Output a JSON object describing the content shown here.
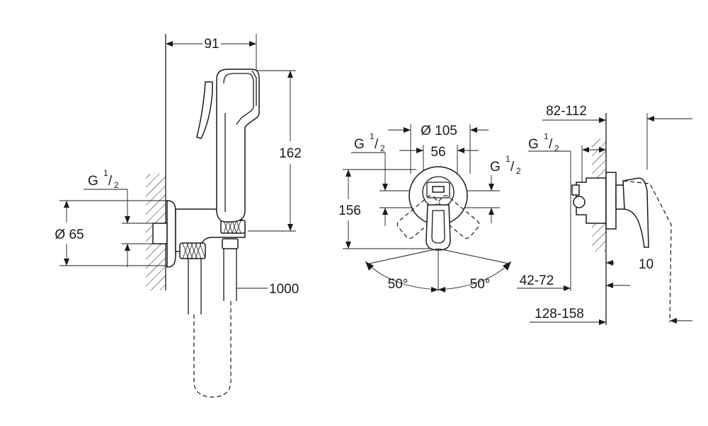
{
  "views": {
    "side": {
      "width_label": "91",
      "height_label": "162",
      "thread": {
        "main": "G",
        "sup": "1",
        "sub": "2"
      },
      "diameter_label": "Ø 65",
      "hose_label": "1000"
    },
    "front": {
      "diameter_label": "Ø 105",
      "inner_label": "56",
      "height_label": "156",
      "thread_left": {
        "main": "G",
        "sup": "1",
        "sub": "2"
      },
      "thread_right": {
        "main": "G",
        "sup": "1",
        "sub": "2"
      },
      "angle_left": "50°",
      "angle_right": "50°"
    },
    "profile": {
      "depth_range_label": "82-112",
      "thread": {
        "main": "G",
        "sup": "1",
        "sub": "2"
      },
      "projection_label": "10",
      "range_a_label": "42-72",
      "range_b_label": "128-158"
    }
  }
}
